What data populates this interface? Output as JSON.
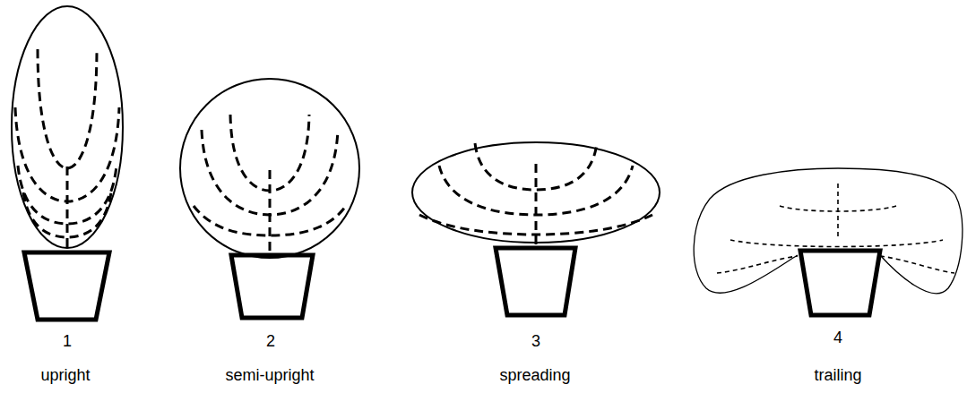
{
  "diagram": {
    "labels": [
      "1",
      "upright",
      "2",
      "semi-upright",
      "3",
      "spreading",
      "4",
      "trailing"
    ]
  }
}
